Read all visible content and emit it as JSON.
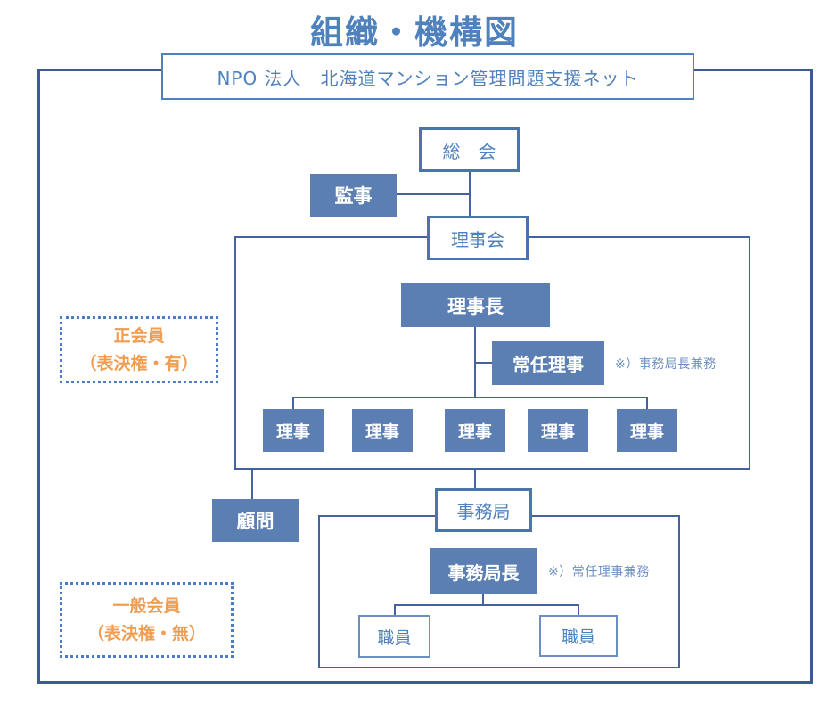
{
  "title": "組織・機構図",
  "header": {
    "org_name": "NPO 法人　北海道マンション管理問題支援ネット"
  },
  "nodes": {
    "general_meeting": "総　会",
    "auditor": "監事",
    "board": "理事会",
    "chairman": "理事長",
    "standing_director": "常任理事",
    "standing_director_note": "※）事務局長兼務",
    "directors": [
      "理事",
      "理事",
      "理事",
      "理事",
      "理事"
    ],
    "advisor": "顧問",
    "secretariat": "事務局",
    "secretary_general": "事務局長",
    "secretary_general_note": "※）常任理事兼務",
    "staff": [
      "職員",
      "職員"
    ]
  },
  "legend": {
    "regular_member": {
      "line1": "正会員",
      "line2": "（表決権・有）"
    },
    "general_member": {
      "line1": "一般会員",
      "line2": "（表決権・無）"
    }
  },
  "colors": {
    "accent_blue": "#4f81bd",
    "node_fill": "#5b7eb3",
    "line": "#44639c",
    "outer_border": "#3b5c8f",
    "note_blue": "#6b8fc4",
    "member_orange": "#f09d52",
    "dotted_border": "#4a7cc8"
  }
}
